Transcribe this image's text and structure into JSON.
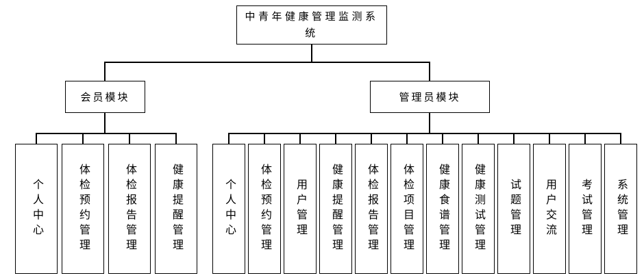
{
  "diagram": {
    "root": {
      "label": "中青年健康管理监测系统"
    },
    "modules": [
      {
        "label": "会员模块",
        "children": [
          "个人中心",
          "体检预约管理",
          "体检报告管理",
          "健康提醒管理"
        ]
      },
      {
        "label": "管理员模块",
        "children": [
          "个人中心",
          "体检预约管理",
          "用户管理",
          "健康提醒管理",
          "体检报告管理",
          "体检项目管理",
          "健康食谱管理",
          "健康测试管理",
          "试题管理",
          "用户交流",
          "考试管理",
          "系统管理"
        ]
      }
    ],
    "colors": {
      "background": "#ffffff",
      "border": "#000000",
      "line": "#000000",
      "text": "#000000"
    }
  }
}
